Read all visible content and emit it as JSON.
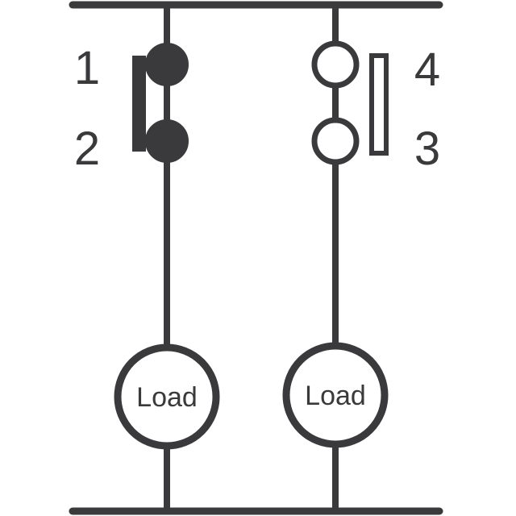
{
  "diagram": {
    "pins": {
      "pin1": "1",
      "pin2": "2",
      "pin3": "3",
      "pin4": "4"
    },
    "loads": {
      "left": "Load",
      "right": "Load"
    },
    "colors": {
      "stroke": "#3a3a3c",
      "background": "#ffffff"
    }
  }
}
